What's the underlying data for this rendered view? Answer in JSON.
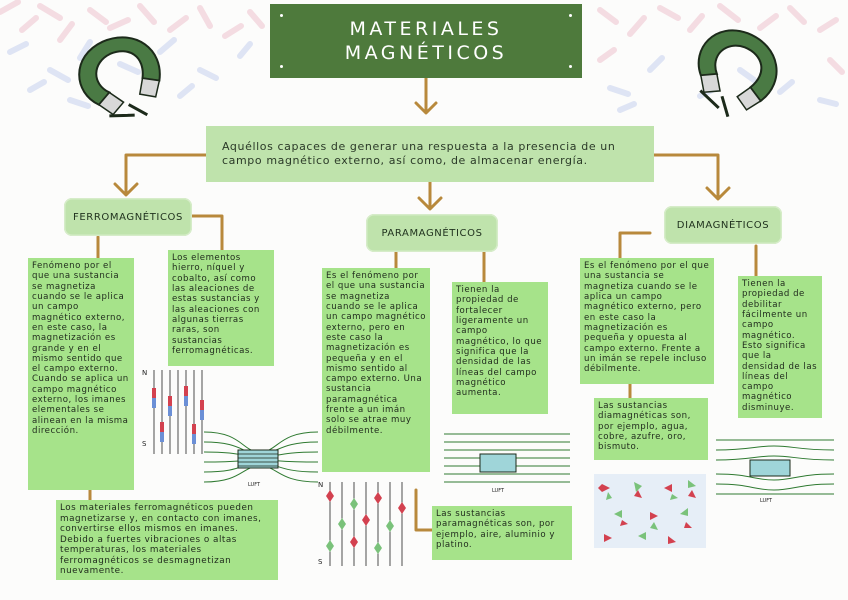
{
  "title": {
    "line1": "MATERIALES",
    "line2": "MAGNÉTICOS"
  },
  "definition": "Aquéllos capaces de generar una respuesta a la presencia de un campo magnético externo, así como, de almacenar energía.",
  "ferro": {
    "heading": "FERROMAGNÉTICOS",
    "definition": "Fenómeno por el que una sustancia se magnetiza cuando se le aplica un campo magnético externo, en este caso, la magnetización es grande y en el mismo sentido que el campo externo. Cuando se aplica un campo magnético externo, los imanes elementales se alinean en la misma dirección.",
    "examples": "Los elementos hierro, níquel y cobalto, así como las aleaciones de estas sustancias y las aleaciones con algunas tierras raras, son sustancias ferromagnéticas.",
    "notes": "Los materiales ferromagnéticos pueden magnetizarse y, en contacto con imanes, convertirse ellos mismos en imanes. Debido a fuertes vibraciones o altas temperaturas, los materiales ferromagnéticos se desmagnetizan nuevamente."
  },
  "para": {
    "heading": "PARAMAGNÉTICOS",
    "definition": "Es el fenómeno por el que una sustancia se magnetiza cuando se le aplica un campo magnético externo, pero en este caso la magnetización es pequeña y en el mismo sentido al campo externo. Una sustancia paramagnética frente a un imán solo se atrae muy débilmente.",
    "property": "Tienen la propiedad de fortalecer ligeramente un campo magnético, lo que significa que la densidad de las líneas del campo magnético aumenta.",
    "examples": "Las sustancias paramagnéticas son, por ejemplo, aire, aluminio y platino."
  },
  "dia": {
    "heading": "DIAMAGNÉTICOS",
    "definition": "Es el fenómeno por el que una sustancia se magnetiza cuando se le aplica un campo magnético externo, pero en este caso la magnetización es pequeña y opuesta al campo externo. Frente a un imán se repele incluso débilmente.",
    "property": "Tienen la propiedad de debilitar fácilmente un campo magnético. Esto significa que la densidad de las líneas del campo magnético disminuye.",
    "examples": "Las sustancias diamagnéticas son, por ejemplo, agua, cobre, azufre, oro, bismuto."
  },
  "figure_labels": {
    "north": "N",
    "south": "S",
    "air": "LUFT"
  },
  "colors": {
    "title_bg": "#4e7a3c",
    "pill_bg": "#bfe3ac",
    "box_bg": "#a6e38a",
    "arrow": "#b8893c",
    "field_line": "#2f7a31",
    "magnet_green": "#4a7a44"
  }
}
